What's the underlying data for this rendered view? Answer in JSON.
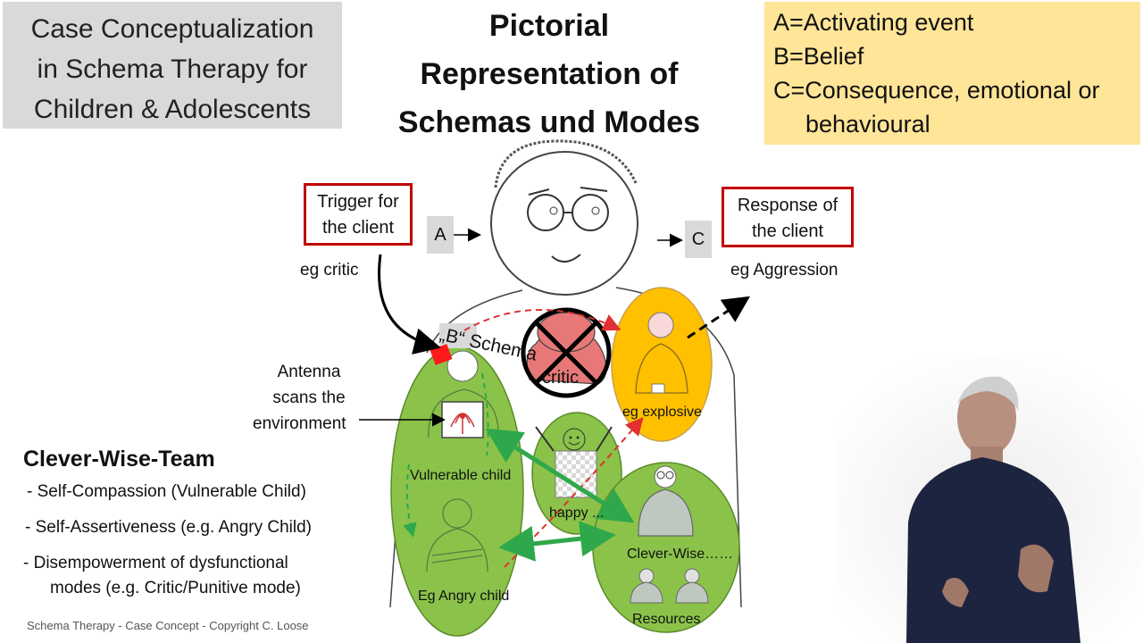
{
  "left_title": {
    "lines": [
      "Case Conceptualization",
      "in Schema Therapy for",
      "Children & Adolescents"
    ]
  },
  "main_title": {
    "lines": [
      "Pictorial",
      "Representation of",
      "Schemas  und Modes"
    ]
  },
  "abc_box": {
    "line_a": "A=Activating event",
    "line_b": "B=Belief",
    "line_c1": "C=Consequence, emotional or",
    "line_c2": "behavioural",
    "background": "#ffe598"
  },
  "trigger": {
    "line1": "Trigger for",
    "line2": "the client",
    "example": "eg critic"
  },
  "response": {
    "line1": "Response of",
    "line2": "the client",
    "example": "eg Aggression"
  },
  "letters": {
    "a": "A",
    "c": "C"
  },
  "schema_label": "„B“ Schema",
  "antenna": {
    "line1": "Antenna",
    "line2": "scans the",
    "line3": "environment"
  },
  "modes": {
    "critic": "critic",
    "explosive": "eg explosive",
    "vulnerable": "Vulnerable child",
    "happy": "happy ...",
    "angry": "Eg Angry child",
    "clever": "Clever-Wise……",
    "resources": "Resources"
  },
  "team": {
    "heading": "Clever-Wise-Team",
    "items": [
      "-  Self-Compassion (Vulnerable Child)",
      "-  Self-Assertiveness (e.g. Angry Child)",
      "-    Disempowerment of dysfunctional",
      "modes (e.g. Critic/Punitive mode)"
    ]
  },
  "footer": "Schema Therapy - Case Concept - Copyright C. Loose",
  "colors": {
    "green": "#8bc34a",
    "orange": "#ffc000",
    "critic_red": "#e87878",
    "box_red": "#c00000",
    "arrow_green": "#2ea84a"
  }
}
